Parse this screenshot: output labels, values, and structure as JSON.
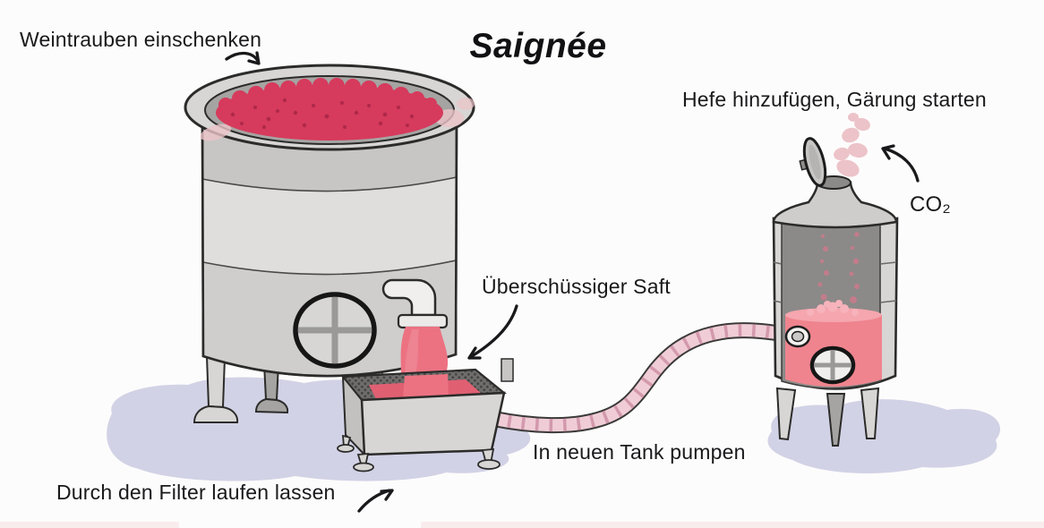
{
  "title": "Saignée",
  "annotations": {
    "pour_grapes": "Weintrauben einschenken",
    "add_yeast": "Hefe hinzufügen, Gärung starten",
    "co2": "CO₂",
    "excess_juice": "Überschüssiger Saft",
    "pump_new_tank": "In neuen Tank pumpen",
    "run_through_filter": "Durch den Filter laufen lassen"
  },
  "process_steps": [
    "Weintrauben einschenken",
    "Überschüssiger Saft",
    "Durch den Filter laufen lassen",
    "In neuen Tank pumpen",
    "Hefe hinzufügen, Gärung starten",
    "CO₂"
  ],
  "colors": {
    "background": "#fdfcfc",
    "text": "#19191b",
    "outline": "#2b2b2a",
    "grape_red": "#d63a5c",
    "grape_dark": "#a82646",
    "juice_pink": "#ec7282",
    "liquid_pink": "#ef848e",
    "liquid_surface": "#f5a6ae",
    "hose_pink": "#f0cdd6",
    "hose_stripe": "#cf94a9",
    "steam_pink": "#ecc3c8",
    "steel_light": "#d7d6d4",
    "steel_mid": "#c7c6c4",
    "steel_band": "#dfdedc",
    "steel_dark": "#a5a4a2",
    "interior_gray": "#8b8a88",
    "shadow_lavender": "#d2d2e6"
  }
}
